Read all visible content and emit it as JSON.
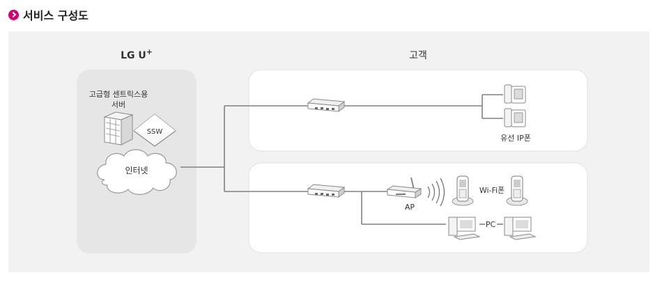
{
  "header": {
    "title": "서비스 구성도"
  },
  "provider": {
    "name": "LG U",
    "name_sup": "+",
    "server_label_line1": "고급형 센트릭스용",
    "server_label_line2": "서버",
    "switch_label": "SSW",
    "cloud_label": "인터넷"
  },
  "customer": {
    "title": "고객",
    "wired_phone_label": "유선 IP폰",
    "ap_label": "AP",
    "wifi_phone_label": "Wi-Fi폰",
    "pc_label": "PC"
  },
  "colors": {
    "accent": "#d6006f",
    "line": "#808080",
    "panel": "#e6e6e6",
    "card": "#ffffff"
  }
}
